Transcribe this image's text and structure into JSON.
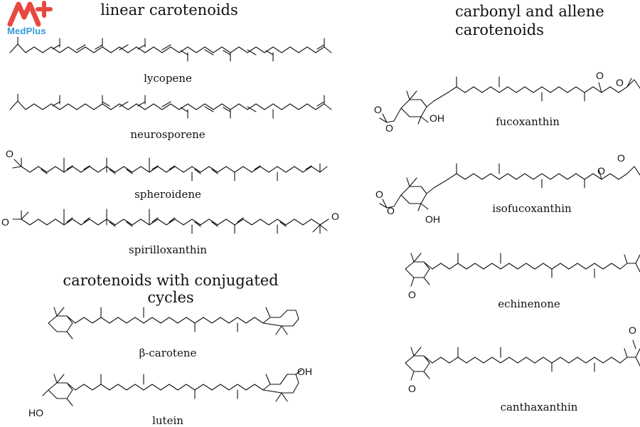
{
  "logo": {
    "text": "MedPlus",
    "color_primary": "#e8483f",
    "color_secondary": "#2f9bd8"
  },
  "sections": {
    "linear": "linear carotenoids",
    "carbonyl_line1": "carbonyl and allene",
    "carbonyl_line2": "carotenoids",
    "cycles": "carotenoids with conjugated cycles"
  },
  "molecules": {
    "lycopene": "lycopene",
    "neurosporene": "neurosporene",
    "spheroidene": "spheroidene",
    "spirilloxanthin": "spirilloxanthin",
    "beta_carotene": "β-carotene",
    "lutein": "lutein",
    "fucoxanthin": "fucoxanthin",
    "isofucoxanthin": "isofucoxanthin",
    "echinenone": "echinenone",
    "canthaxanthin": "canthaxanthin"
  },
  "atoms": {
    "O": "O",
    "OH": "OH",
    "HO": "HO"
  }
}
